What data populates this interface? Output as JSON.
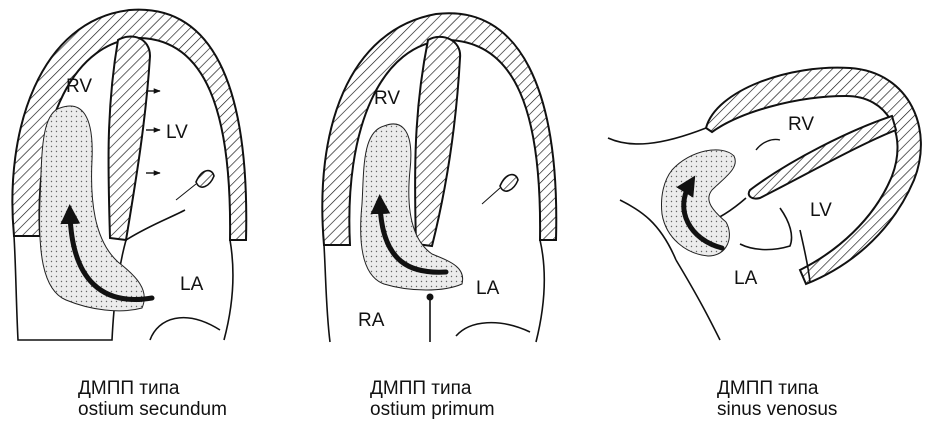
{
  "panels": [
    {
      "labels": {
        "rv": "RV",
        "lv": "LV",
        "la": "LA"
      },
      "caption": {
        "line1": "ДМПП типа",
        "line2": "ostium secundum"
      }
    },
    {
      "labels": {
        "rv": "RV",
        "la": "LA",
        "ra": "RA"
      },
      "caption": {
        "line1": "ДМПП типа",
        "line2": "ostium primum"
      }
    },
    {
      "labels": {
        "rv": "RV",
        "lv": "LV",
        "la": "LA"
      },
      "caption": {
        "line1": "ДМПП типа",
        "line2": "sinus venosus"
      }
    }
  ]
}
